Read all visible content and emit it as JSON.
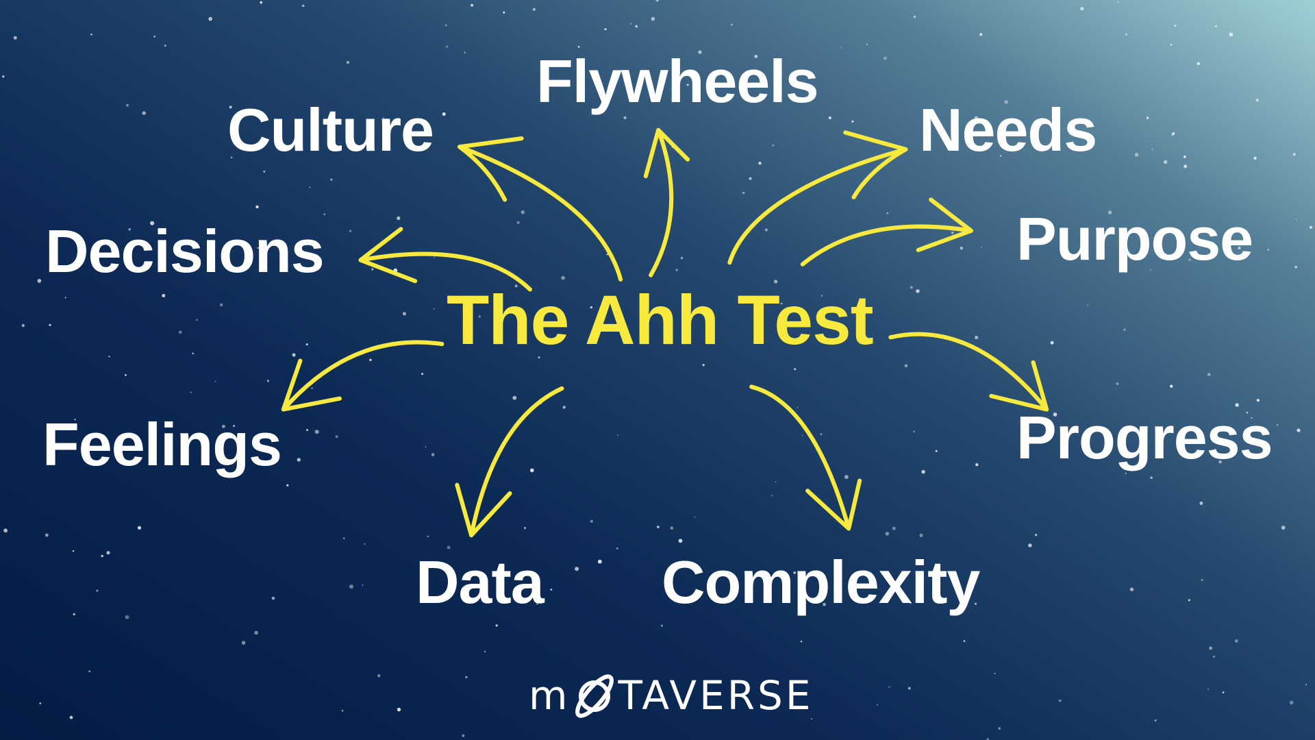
{
  "title": "The Ahh Test",
  "labels": {
    "flywheels": "Flywheels",
    "culture": "Culture",
    "needs": "Needs",
    "decisions": "Decisions",
    "purpose": "Purpose",
    "feelings": "Feelings",
    "progress": "Progress",
    "data": "Data",
    "complexity": "Complexity"
  },
  "logo": {
    "text": "MOTAVERSE",
    "part1": "m",
    "part2": "TAVERSE"
  },
  "colors": {
    "accent": "#f7e93d",
    "text": "#ffffff",
    "bg_dark": "#051c45",
    "bg_light": "#9fd0d5"
  }
}
